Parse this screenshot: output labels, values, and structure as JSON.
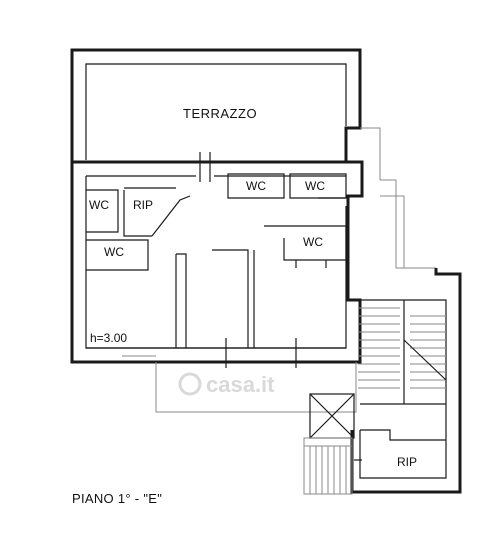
{
  "plan": {
    "rooms": {
      "terrazzo": "TERRAZZO",
      "wc_top_1": "WC",
      "wc_top_2": "WC",
      "wc_left": "WC",
      "rip_main": "RIP",
      "wc_lower_left": "WC",
      "wc_right": "WC",
      "rip_stair": "RIP"
    },
    "height_label": "h=3.00",
    "watermark": "casa.it",
    "caption": "PIANO 1° - \"E\""
  }
}
